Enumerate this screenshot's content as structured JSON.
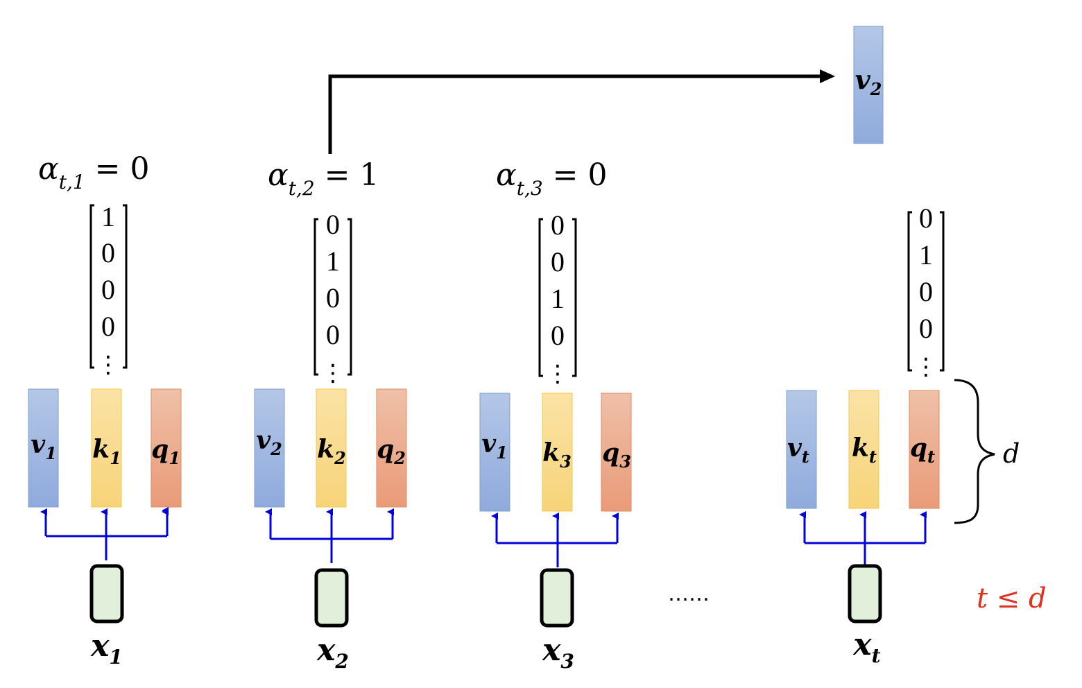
{
  "alpha_labels": [
    {
      "sym": "α",
      "sub": "t,1",
      "rhs": " = 0"
    },
    {
      "sym": "α",
      "sub": "t,2",
      "rhs": " = 1"
    },
    {
      "sym": "α",
      "sub": "t,3",
      "rhs": " = 0"
    }
  ],
  "one_hot_vectors": [
    [
      "1",
      "0",
      "0",
      "0",
      "⋮"
    ],
    [
      "0",
      "1",
      "0",
      "0",
      "⋮"
    ],
    [
      "0",
      "0",
      "1",
      "0",
      "⋮"
    ],
    [
      "0",
      "1",
      "0",
      "0",
      "⋮"
    ]
  ],
  "tokens": [
    {
      "v": {
        "base": "v",
        "sub": "1"
      },
      "k": {
        "base": "k",
        "sub": "1"
      },
      "q": {
        "base": "q",
        "sub": "1"
      },
      "x": {
        "base": "x",
        "sub": "1"
      }
    },
    {
      "v": {
        "base": "v",
        "sub": "2"
      },
      "k": {
        "base": "k",
        "sub": "2"
      },
      "q": {
        "base": "q",
        "sub": "2"
      },
      "x": {
        "base": "x",
        "sub": "2"
      }
    },
    {
      "v": {
        "base": "v",
        "sub": "1"
      },
      "k": {
        "base": "k",
        "sub": "3"
      },
      "q": {
        "base": "q",
        "sub": "3"
      },
      "x": {
        "base": "x",
        "sub": "3"
      }
    },
    {
      "v": {
        "base": "v",
        "sub": "t"
      },
      "k": {
        "base": "k",
        "sub": "t"
      },
      "q": {
        "base": "q",
        "sub": "t"
      },
      "x": {
        "base": "x",
        "sub": "t"
      }
    }
  ],
  "output": {
    "base": "v",
    "sub": "2"
  },
  "ellipsis": "……",
  "dim_label": "d",
  "constraint": "t ≤ d",
  "colors": {
    "value_top": "#b4c7e7",
    "value_bottom": "#8faadc",
    "key_top": "#fbe3a6",
    "key_bottom": "#f7d479",
    "query_top": "#efc0a8",
    "query_bottom": "#e99b78",
    "input_fill": "#e2efda",
    "blue_arrow": "#0000dd",
    "constraint": "#e03020"
  }
}
